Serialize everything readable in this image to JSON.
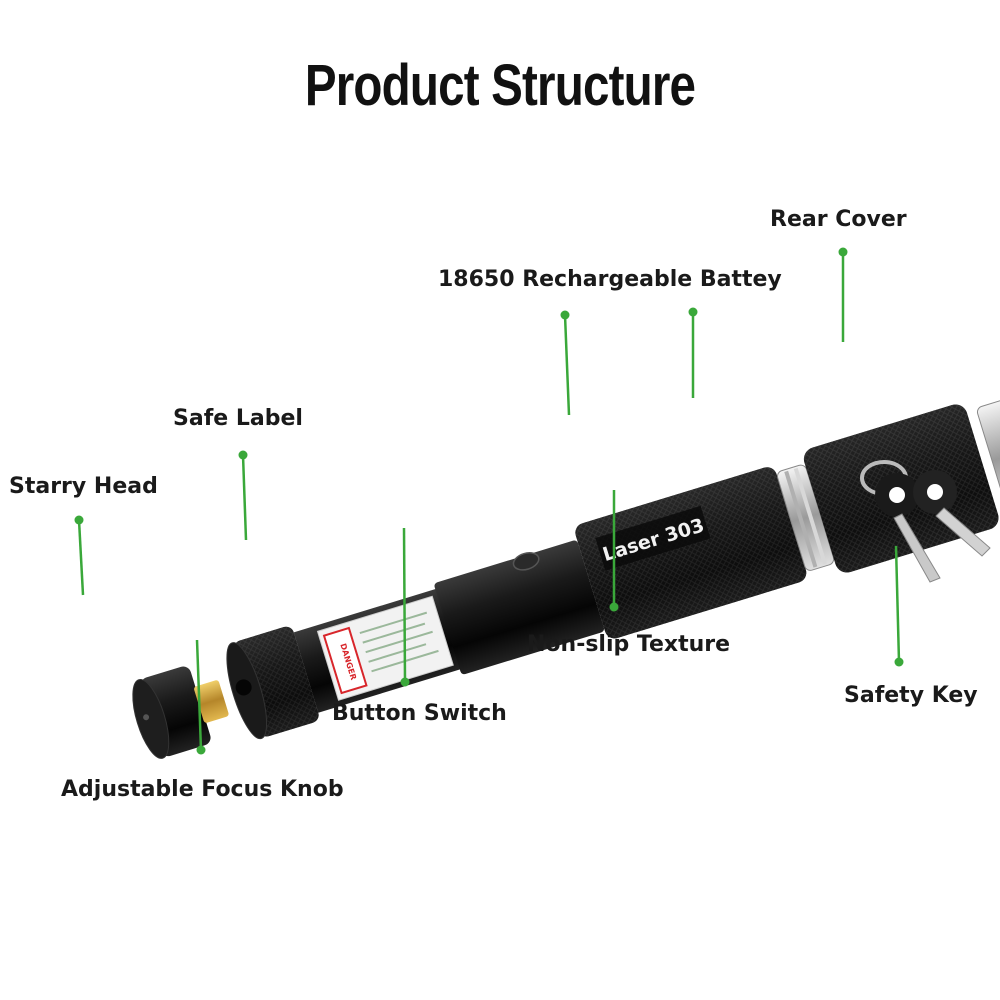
{
  "title": "Product Structure",
  "engraving": "Laser 303",
  "warning_sticker": "DANGER",
  "callouts": {
    "rear_cover": "Rear Cover",
    "battery": "18650 Rechargeable Battey",
    "safe_label": "Safe Label",
    "starry_head": "Starry Head",
    "non_slip": "Non-slip Texture",
    "safety_key": "Safety Key",
    "button_switch": "Button Switch",
    "focus_knob": "Adjustable Focus Knob"
  },
  "colors": {
    "leader": "#3aa83a",
    "body": "#141414",
    "chrome": "#c8c8c8",
    "brass": "#c9a23a",
    "danger": "#d8262b"
  }
}
